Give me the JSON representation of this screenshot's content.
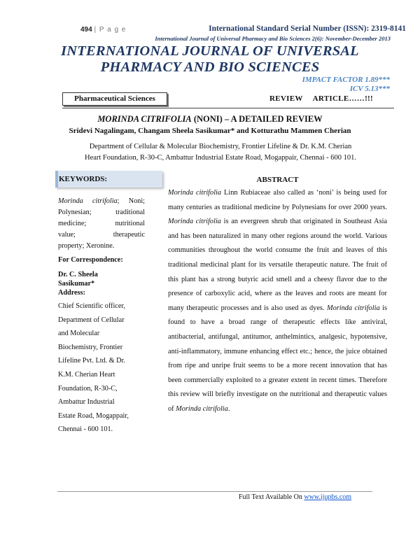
{
  "header": {
    "page_number": "494",
    "page_label": "| P a g e",
    "issn": "International Standard Serial Number (ISSN): 2319-8141",
    "journal_reference": "International Journal of Universal Pharmacy and Bio Sciences 2(6): November-December 2013"
  },
  "journal": {
    "title_line1": "INTERNATIONAL JOURNAL OF UNIVERSAL",
    "title_line2": "PHARMACY AND BIO SCIENCES",
    "impact_factor": "IMPACT FACTOR 1.89***",
    "icv": "ICV 5.13***"
  },
  "article_meta": {
    "category": "Pharmaceutical Sciences",
    "type_word1": "REVIEW",
    "type_word2": "ARTICLE……!!!"
  },
  "article": {
    "title_species": "MORINDA CITRIFOLIA",
    "title_rest": " (NONI) – A DETAILED REVIEW",
    "authors": "Sridevi Nagalingam, Changam Sheela Sasikumar* and Kotturathu Mammen Cherian",
    "affiliation_line1": "Department of Cellular & Molecular Biochemistry, Frontier Lifeline & Dr. K.M. Cherian",
    "affiliation_line2": "Heart Foundation, R-30-C, Ambattur Industrial Estate Road, Mogappair, Chennai - 600 101."
  },
  "sidebar": {
    "keywords_label": "KEYWORDS:",
    "keywords": [
      {
        "text": "Morinda citrifolia",
        "italic": true,
        "suffix": "; Noni;"
      },
      {
        "text": "Polynesian; traditional"
      },
      {
        "text": "medicine; nutritional"
      },
      {
        "text": "value; therapeutic"
      },
      {
        "text": "property; Xeronine."
      }
    ],
    "correspondence_label": "For Correspondence:",
    "corr_name_line1": "Dr. C. Sheela",
    "corr_name_line2": "Sasikumar*",
    "address_label": "Address:",
    "address_lines": [
      "Chief Scientific officer,",
      "Department of Cellular",
      "and Molecular",
      "Biochemistry, Frontier",
      "Lifeline Pvt. Ltd. & Dr.",
      "K.M. Cherian Heart",
      "Foundation, R-30-C,",
      "Ambattur Industrial",
      "Estate Road, Mogappair,",
      "Chennai - 600 101."
    ]
  },
  "abstract": {
    "heading": "ABSTRACT",
    "segments": [
      {
        "text": "Morinda citrifolia",
        "italic": true
      },
      {
        "text": " Linn Rubiaceae also called as ‘noni’ is being used for many centuries as traditional medicine by Polynesians for over 2000 years. "
      },
      {
        "text": "Morinda citrifolia",
        "italic": true
      },
      {
        "text": " is an evergreen shrub that originated in Southeast Asia and has been naturalized in many other regions around the world. Various communities throughout the world consume the fruit and leaves of this traditional medicinal plant for its versatile therapeutic nature. The fruit of this plant has a strong butyric acid smell and a cheesy flavor due to the presence of carboxylic acid, where as the leaves and roots are meant for many therapeutic processes and is also used as dyes. "
      },
      {
        "text": "Morinda citrifolia",
        "italic": true
      },
      {
        "text": " is found to have a broad range of therapeutic effects like antiviral, antibacterial, antifungal, antitumor, anthelmintics, analgesic, hypotensive, anti-inflammatory, immune enhancing effect etc.; hence, the juice obtained from ripe and unripe fruit seems to be a more recent innovation that has been commercially exploited to a greater extent in recent times. Therefore this review will briefly investigate on the nutritional and therapeutic values of "
      },
      {
        "text": "Morinda citrifolia",
        "italic": true
      },
      {
        "text": "."
      }
    ]
  },
  "footer": {
    "text": "Full Text Available On ",
    "link": "www.ijupbs.com"
  }
}
